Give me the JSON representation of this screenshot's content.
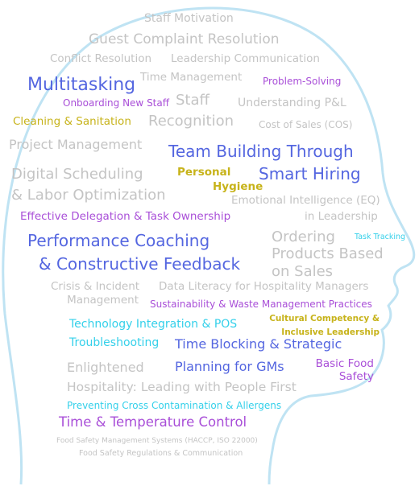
{
  "colors": {
    "gray": "#c4c4c4",
    "blue": "#5466e0",
    "purple": "#a94fd8",
    "gold": "#c7b31a",
    "cyan": "#34d0ea",
    "outline": "#bfe3f3"
  },
  "words": [
    {
      "key": "staff_motivation",
      "text": "Staff Motivation"
    },
    {
      "key": "guest_complaint",
      "text": "Guest Complaint Resolution"
    },
    {
      "key": "conflict_resolution",
      "text": "Conflict Resolution"
    },
    {
      "key": "leadership_communication",
      "text": "Leadership Communication"
    },
    {
      "key": "multitasking",
      "text": "Multitasking"
    },
    {
      "key": "time_management",
      "text": "Time Management"
    },
    {
      "key": "problem_solving",
      "text": "Problem-Solving"
    },
    {
      "key": "onboarding",
      "text": "Onboarding New Staff"
    },
    {
      "key": "staff",
      "text": "Staff"
    },
    {
      "key": "understanding_pl",
      "text": "Understanding P&L"
    },
    {
      "key": "cleaning",
      "text": "Cleaning & Sanitation"
    },
    {
      "key": "recognition",
      "text": "Recognition"
    },
    {
      "key": "cost_of_sales",
      "text": "Cost of Sales (COS)"
    },
    {
      "key": "project_management",
      "text": "Project Management"
    },
    {
      "key": "team_building",
      "text": "Team Building Through"
    },
    {
      "key": "digital_scheduling_1",
      "text": "Digital Scheduling"
    },
    {
      "key": "personal",
      "text": "Personal"
    },
    {
      "key": "smart_hiring",
      "text": "Smart Hiring"
    },
    {
      "key": "hygiene",
      "text": "Hygiene"
    },
    {
      "key": "digital_scheduling_2",
      "text": "& Labor Optimization"
    },
    {
      "key": "eq_1",
      "text": "Emotional Intelligence (EQ)"
    },
    {
      "key": "delegation",
      "text": "Effective Delegation & Task Ownership"
    },
    {
      "key": "eq_2",
      "text": "in Leadership"
    },
    {
      "key": "ordering_1",
      "text": "Ordering"
    },
    {
      "key": "task_tracking",
      "text": "Task Tracking"
    },
    {
      "key": "coaching_1",
      "text": "Performance Coaching"
    },
    {
      "key": "ordering_2",
      "text": "Products Based"
    },
    {
      "key": "coaching_2",
      "text": "& Constructive Feedback"
    },
    {
      "key": "ordering_3",
      "text": "on Sales"
    },
    {
      "key": "crisis_1",
      "text": "Crisis & Incident"
    },
    {
      "key": "data_literacy",
      "text": "Data Literacy for Hospitality Managers"
    },
    {
      "key": "crisis_2",
      "text": "Management"
    },
    {
      "key": "sustainability",
      "text": "Sustainability & Waste Management Practices"
    },
    {
      "key": "cultural_1",
      "text": "Cultural Competency &"
    },
    {
      "key": "tech_1",
      "text": "Technology Integration & POS"
    },
    {
      "key": "cultural_2",
      "text": "Inclusive Leadership"
    },
    {
      "key": "tech_2",
      "text": "Troubleshooting"
    },
    {
      "key": "time_blocking",
      "text": "Time Blocking & Strategic"
    },
    {
      "key": "basic_food_1",
      "text": "Basic Food"
    },
    {
      "key": "enlightened",
      "text": "Enlightened"
    },
    {
      "key": "planning_gms",
      "text": "Planning for GMs"
    },
    {
      "key": "basic_food_2",
      "text": "Safety"
    },
    {
      "key": "hospitality",
      "text": "Hospitality: Leading with People First"
    },
    {
      "key": "cross_contamination",
      "text": "Preventing Cross Contamination & Allergens"
    },
    {
      "key": "time_temperature",
      "text": "Time & Temperature Control"
    },
    {
      "key": "haccp",
      "text": "Food Safety Management Systems (HACCP, ISO 22000)"
    },
    {
      "key": "regulations",
      "text": "Food Safety Regulations & Communication"
    }
  ]
}
